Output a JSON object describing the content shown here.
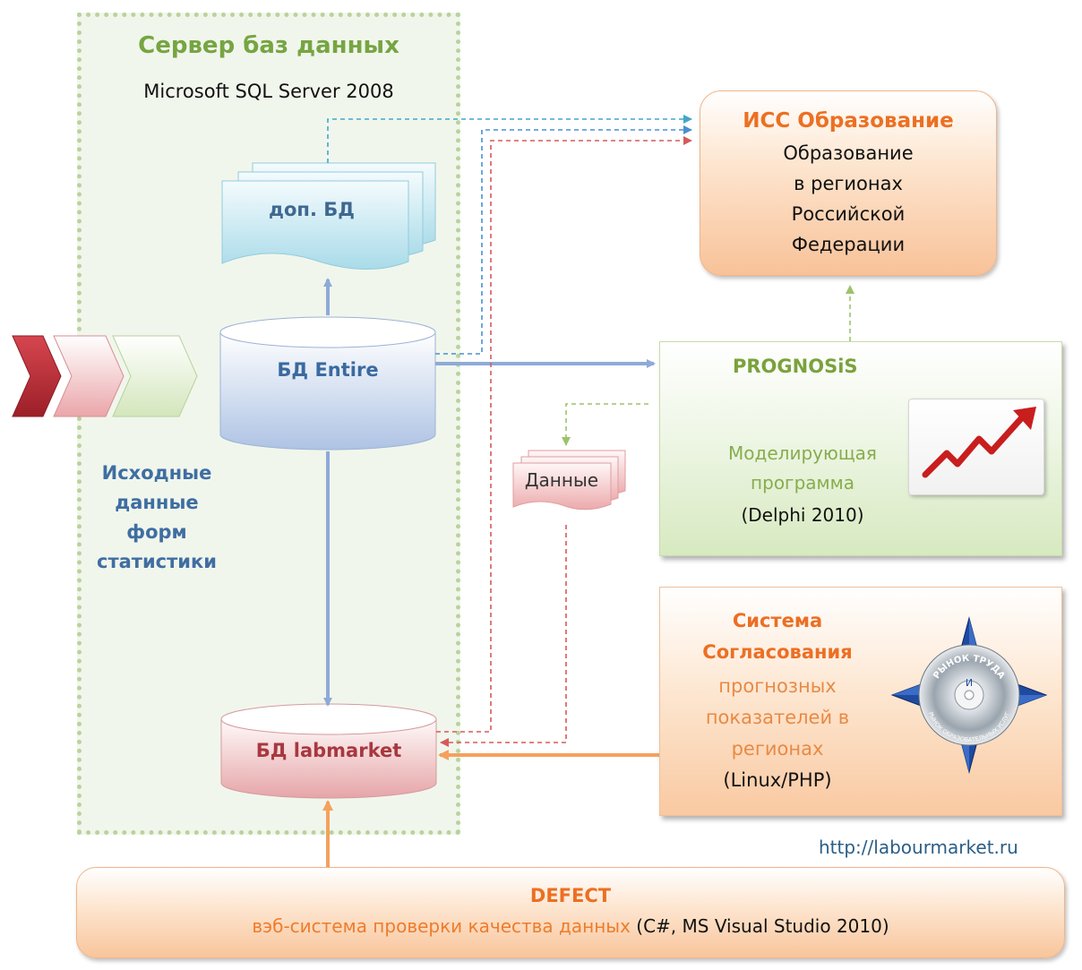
{
  "server": {
    "title": "Сервер баз данных",
    "subtitle": "Microsoft SQL Server 2008"
  },
  "nodes": {
    "dop_bd": "доп. БД",
    "bd_entire": "БД Entire",
    "bd_labmarket": "БД labmarket",
    "dannye": "Данные"
  },
  "source": {
    "lines": [
      "Исходные",
      "данные",
      "форм",
      "статистики"
    ]
  },
  "iss": {
    "title": "ИСС Образование",
    "lines": [
      "Образование",
      "в регионах",
      "Российской",
      "Федерации"
    ]
  },
  "prognosis": {
    "title": "PROGNOSiS",
    "line1": "Моделирующая",
    "line2": "программа",
    "line3": "(Delphi 2010)"
  },
  "sogl": {
    "line1": "Система",
    "line2": "Согласования",
    "line3": "прогнозных",
    "line4": "показателей в",
    "line5": "регионах",
    "line6": "(Linux/PHP)"
  },
  "badge": {
    "top_text": "РЫНОК ТРУДА",
    "center_text": "И",
    "bottom_text": "РЫНОК ОБРАЗОВАТЕЛЬНЫХ УСЛУГ"
  },
  "url": "http://labourmarket.ru",
  "defect": {
    "title": "DEFECT",
    "subtitle_main": "вэб-система проверки качества данных",
    "subtitle_tech": "(C#, MS Visual Studio 2010)"
  },
  "colors": {
    "solid_blue": "#8eaad8",
    "solid_orange": "#f4a15e",
    "dash_blue": "#4a8fd0",
    "dash_cyan": "#41a7c9",
    "dash_red": "#d55a5a",
    "dash_green": "#9cc36a"
  }
}
